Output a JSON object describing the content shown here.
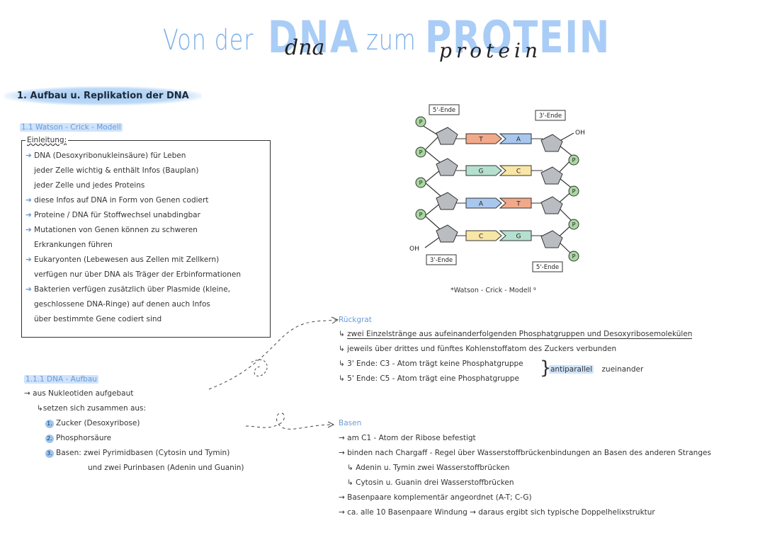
{
  "title": {
    "part1": "Von der",
    "dna": "DNA",
    "zum": "zum",
    "protein": "PROTEIN",
    "dna_script": "dna",
    "protein_script": "protein"
  },
  "section1": {
    "heading": "1. Aufbau u. Replikation der DNA"
  },
  "watson": {
    "subheading": "1.1 Watson - Crick - Modell",
    "intro_label": "Einleitung:",
    "intro_lines": [
      "DNA (Desoxyribonukleinsäure) für Leben",
      "jeder Zelle wichtig & enthält Infos (Bauplan)",
      "jeder Zelle und jedes Proteins",
      "diese Infos auf DNA in Form von Genen codiert",
      "Proteine / DNA für Stoffwechsel unabdingbar",
      "Mutationen von Genen können zu schweren",
      "Erkrankungen führen",
      "Eukaryonten (Lebewesen aus Zellen mit Zellkern)",
      "verfügen nur über DNA als Träger der Erbinformationen",
      "Bakterien verfügen zusätzlich über Plasmide (kleine,",
      "geschlossene DNA-Ringe) auf denen auch Infos",
      "über bestimmte Gene codiert sind"
    ]
  },
  "diagram": {
    "label_5_top": "5'-Ende",
    "label_3_top": "3'-Ende",
    "label_3_bottom": "3'-Ende",
    "label_5_bottom": "5'-Ende",
    "oh_top": "OH",
    "oh_bottom": "OH",
    "phosphate": "P",
    "pairs": [
      [
        "T",
        "A"
      ],
      [
        "G",
        "C"
      ],
      [
        "A",
        "T"
      ],
      [
        "C",
        "G"
      ]
    ],
    "caption": "Watson - Crick - Modell",
    "colors": {
      "T": "#f2a98a",
      "A": "#a8c7ee",
      "G": "#b5e0cf",
      "C": "#f8e6a6",
      "P": "#a9d8a0",
      "sugar": "#b9bdc2"
    }
  },
  "rueckgrat": {
    "title": "Rückgrat",
    "lines": [
      "zwei Einzelstränge aus aufeinanderfolgenden Phosphatgruppen und Desoxyribosemolekülen",
      "jeweils über drittes und fünftes Kohlenstoffatom des Zuckers verbunden",
      "3' Ende: C3 - Atom trägt keine Phosphatgruppe",
      "5' Ende: C5 - Atom trägt eine Phosphatgruppe"
    ],
    "antiparallel": "antiparallel",
    "zueinander": "zueinander"
  },
  "aufbau": {
    "subheading": "1.1.1 DNA - Aufbau",
    "line1": "aus Nukleotiden aufgebaut",
    "line2": "setzen sich zusammen aus:",
    "item1_num": "1.",
    "item1": "Zucker (Desoxyribose)",
    "item2_num": "2.",
    "item2": "Phosphorsäure",
    "item3_num": "3.",
    "item3": "Basen: zwei Pyrimidbasen (Cytosin und Tymin)",
    "item3b": "und zwei Purinbasen (Adenin und Guanin)"
  },
  "basen": {
    "title": "Basen",
    "lines": [
      "am C1 - Atom der Ribose befestigt",
      "binden nach Chargaff - Regel über Wasserstoffbrückenbindungen an Basen des anderen Stranges",
      "Adenin u. Tymin zwei Wasserstoffbrücken",
      "Cytosin u. Guanin drei Wasserstoffbrücken",
      "Basenpaare komplementär angeordnet (A-T; C-G)",
      "ca. alle 10 Basenpaare Windung → daraus ergibt sich typische Doppelhelixstruktur"
    ]
  }
}
